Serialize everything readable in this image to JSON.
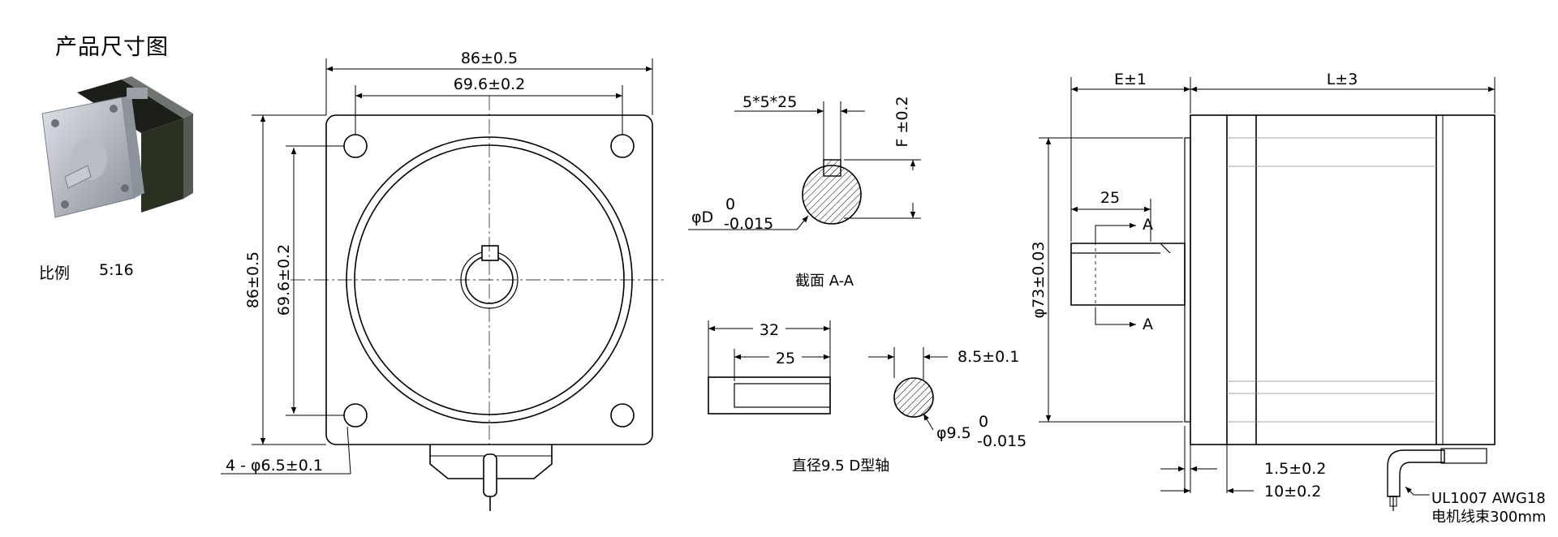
{
  "title": "产品尺寸图",
  "scale": {
    "label": "比例",
    "value": "5:16"
  },
  "front_view": {
    "overall_width": "86±0.5",
    "hole_spacing_h": "69.6±0.2",
    "overall_height": "86±0.5",
    "hole_spacing_v": "69.6±0.2",
    "mount_holes": "4 - φ6.5±0.1"
  },
  "key_section": {
    "key_size": "5*5*25",
    "key_height": "F ±0.2",
    "shaft_dia_label": "φD",
    "shaft_dia_upper": "0",
    "shaft_dia_lower": "-0.015",
    "section_caption": "截面  A-A"
  },
  "d_shaft": {
    "length_total": "32",
    "length_flat": "25",
    "flat_depth": "8.5±0.1",
    "dia": "φ9.5",
    "dia_upper": "0",
    "dia_lower": "-0.015",
    "caption": "直径9.5 D型轴"
  },
  "side_view": {
    "shaft_length": "E±1",
    "body_length": "L±3",
    "key_length": "25",
    "section_mark_top": "A",
    "section_mark_bottom": "A",
    "pilot_dia": "φ73±0.03",
    "flange_step": "1.5±0.2",
    "flange_thickness": "10±0.2",
    "cable_spec": "UL1007 AWG18",
    "cable_length": "电机线束300mm"
  }
}
